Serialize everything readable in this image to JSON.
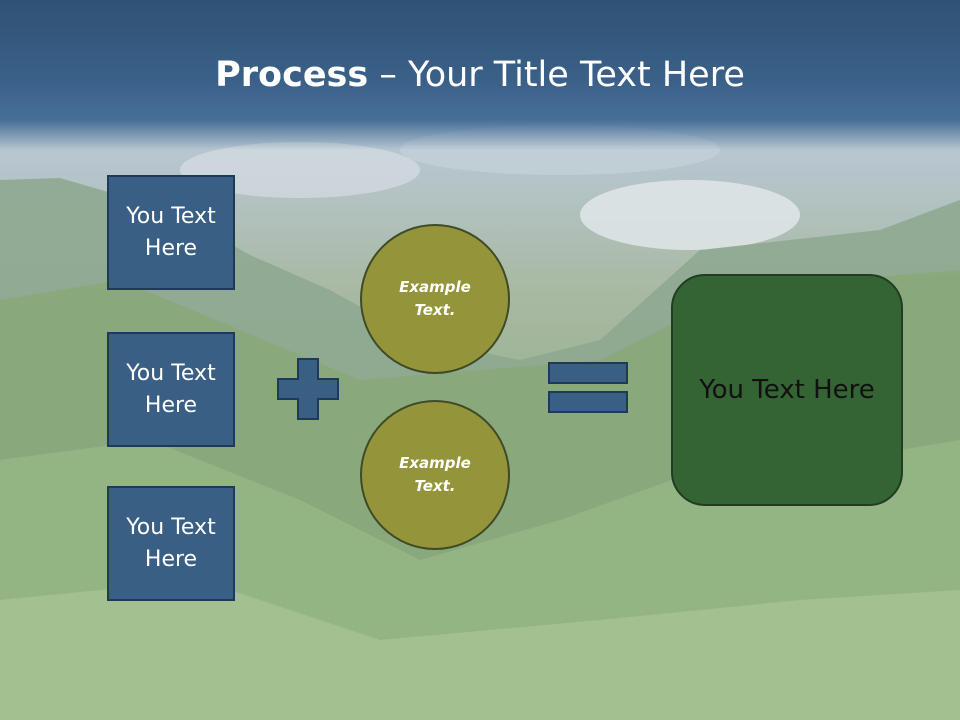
{
  "title": {
    "bold": "Process",
    "rest": " – Your Title Text Here"
  },
  "inputs": [
    {
      "label": "You Text Here"
    },
    {
      "label": "You Text Here"
    },
    {
      "label": "You Text Here"
    }
  ],
  "operands": [
    {
      "label": "Example Text."
    },
    {
      "label": "Example Text."
    }
  ],
  "result": {
    "label": "You Text Here"
  },
  "icons": {
    "operator": "plus-icon",
    "equals": "equals-icon"
  },
  "colors": {
    "header": "#3b6189",
    "box_fill": "#3a5f85",
    "circle_fill": "#94953a",
    "result_fill": "#346433"
  }
}
